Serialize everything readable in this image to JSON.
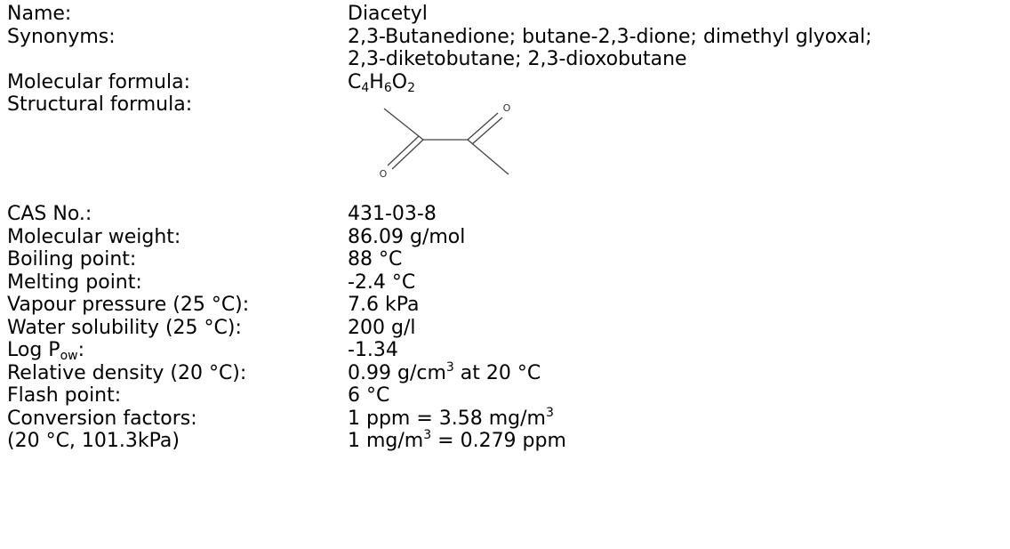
{
  "properties": {
    "name": {
      "label": "Name:",
      "value": "Diacetyl"
    },
    "synonyms": {
      "label": "Synonyms:",
      "line1": "2,3-Butanedione; butane-2,3-dione; dimethyl glyoxal;",
      "line2": "2,3-diketobutane; 2,3-dioxobutane"
    },
    "formula": {
      "label": "Molecular formula:",
      "c": "C",
      "c_n": "4",
      "h": "H",
      "h_n": "6",
      "o": "O",
      "o_n": "2"
    },
    "structural": {
      "label": "Structural formula:",
      "oxygen_label": "O"
    },
    "cas": {
      "label": "CAS No.:",
      "value": "431-03-8"
    },
    "mw": {
      "label": "Molecular weight:",
      "value": "86.09 g/mol"
    },
    "bp": {
      "label": "Boiling point:",
      "value": "88 °C"
    },
    "mp": {
      "label": "Melting point:",
      "value": "-2.4 °C"
    },
    "vp": {
      "label": "Vapour pressure (25 °C):",
      "value": "7.6 kPa"
    },
    "ws": {
      "label": "Water solubility (25 °C):",
      "value": "200 g/l"
    },
    "logp": {
      "label_main": "Log P",
      "label_sub": "ow",
      "label_end": ":",
      "value": "-1.34"
    },
    "density": {
      "label": "Relative density (20 °C):",
      "value_main": "0.99 g/cm",
      "value_sup": "3",
      "value_end": " at 20 °C"
    },
    "flash": {
      "label": "Flash point:",
      "value": "6 °C"
    },
    "conversion": {
      "label": "Conversion factors:",
      "line1_main": "1 ppm = 3.58 mg/m",
      "line1_sup": "3",
      "conditions": "(20 °C, 101.3kPa)",
      "line2_main": "1 mg/m",
      "line2_sup": "3",
      "line2_end": " = 0.279 ppm"
    }
  }
}
